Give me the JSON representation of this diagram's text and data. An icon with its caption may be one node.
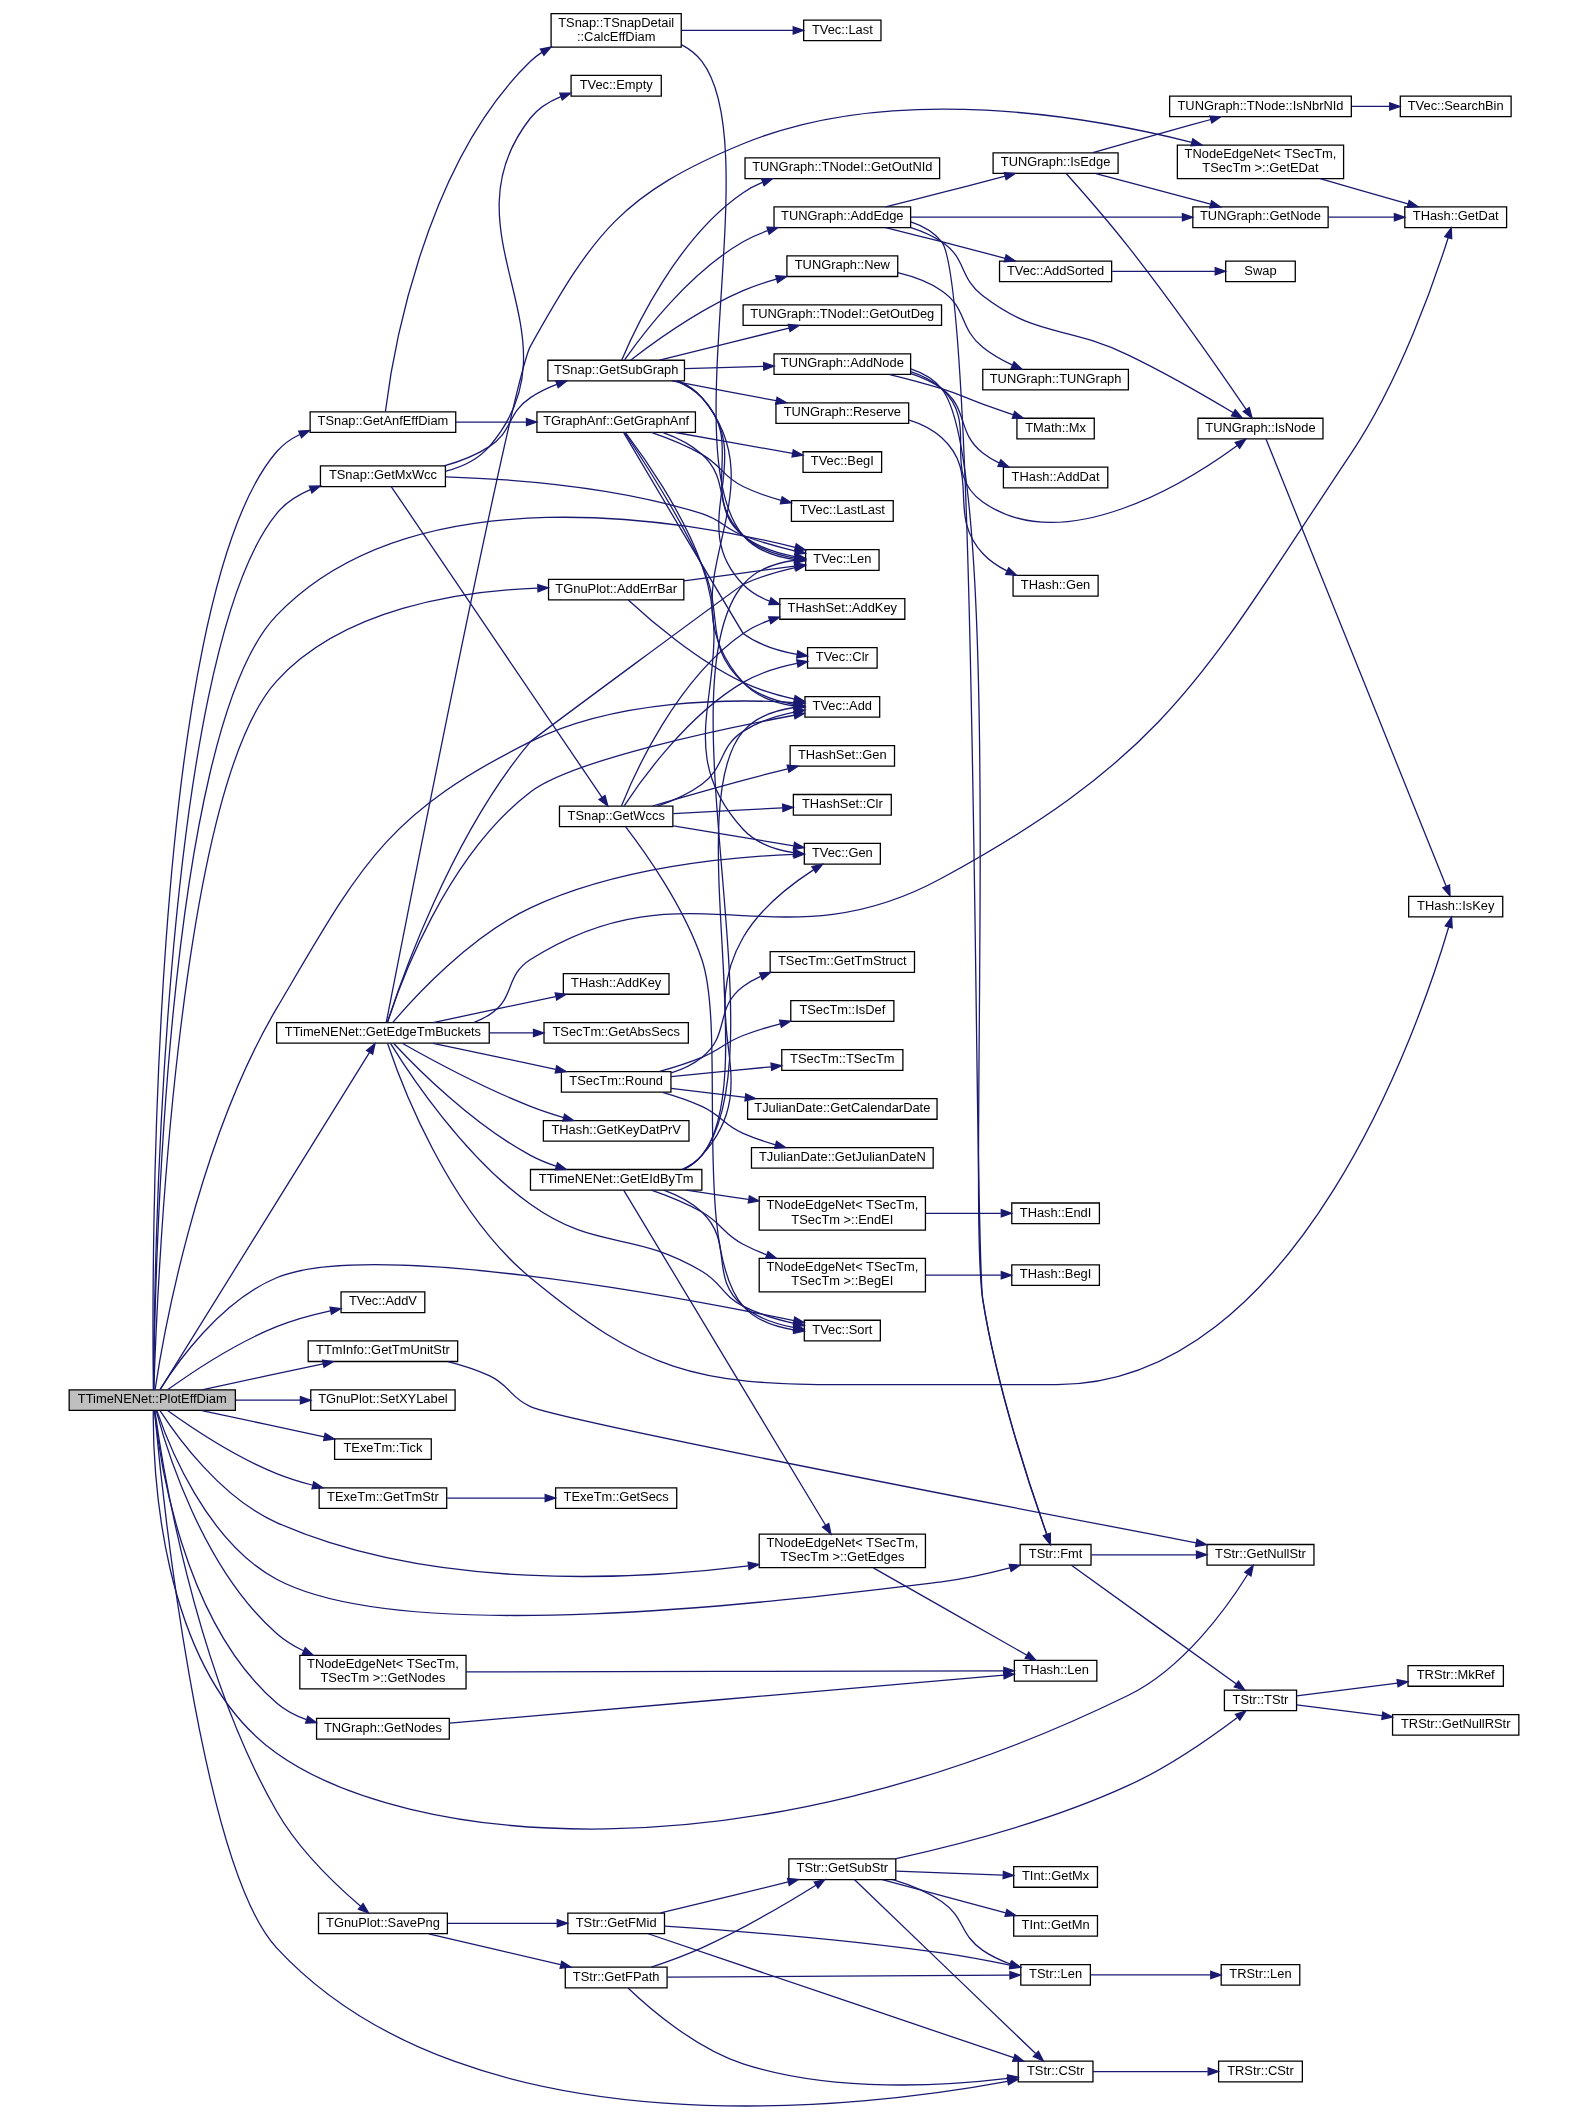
{
  "diagram": {
    "nodes": [
      {
        "text": [
          "TTimeNENet::PlotEffDiam"
        ]
      },
      {
        "text": [
          "TSnap::GetAnfEffDiam"
        ]
      },
      {
        "text": [
          "TSnap::GetMxWcc"
        ]
      },
      {
        "text": [
          "TTimeNENet::GetEdgeTmBuckets"
        ]
      },
      {
        "text": [
          "TTmInfo::GetTmUnitStr"
        ]
      },
      {
        "text": [
          "TNGraph::GetNodes"
        ]
      },
      {
        "text": [
          "TNodeEdgeNet< TSecTm, TSecTm >::GetNodes"
        ]
      },
      {
        "text": [
          "TGnuPlot::SavePng"
        ]
      },
      {
        "text": [
          "TVec::AddV"
        ]
      },
      {
        "text": [
          "TExeTm::GetTmStr"
        ]
      },
      {
        "text": [
          "TGnuPlot::SetXYLabel"
        ]
      },
      {
        "text": [
          "TExeTm::Tick"
        ]
      },
      {
        "text": [
          "TSnap::TSnapDetail ::CalcEffDiam"
        ]
      },
      {
        "text": [
          "TGraphAnf::GetGraphAnf"
        ]
      },
      {
        "text": [
          "TGnuPlot::AddErrBar"
        ]
      },
      {
        "text": [
          "TVec::Empty"
        ]
      },
      {
        "text": [
          "TSnap::GetSubGraph"
        ]
      },
      {
        "text": [
          "TSnap::GetWccs"
        ]
      },
      {
        "text": [
          "THash::AddKey"
        ]
      },
      {
        "text": [
          "TSecTm::GetAbsSecs"
        ]
      },
      {
        "text": [
          "TTimeNENet::GetEIdByTm"
        ]
      },
      {
        "text": [
          "THash::GetKeyDatPrV"
        ]
      },
      {
        "text": [
          "TSecTm::Round"
        ]
      },
      {
        "text": [
          "TStr::GetFMid"
        ]
      },
      {
        "text": [
          "TStr::GetFPath"
        ]
      },
      {
        "text": [
          "TExeTm::GetSecs"
        ]
      },
      {
        "text": [
          "TVec::Last"
        ]
      },
      {
        "text": [
          "TVec::LastLast"
        ]
      },
      {
        "text": [
          "TVec::BegI"
        ]
      },
      {
        "text": [
          "TVec::Len"
        ]
      },
      {
        "text": [
          "TVec::Clr"
        ]
      },
      {
        "text": [
          "TVec::Add"
        ]
      },
      {
        "text": [
          "TUNGraph::Reserve"
        ]
      },
      {
        "text": [
          "TUNGraph::TNodeI::GetOutDeg"
        ]
      },
      {
        "text": [
          "TUNGraph::TNodeI::GetOutNId"
        ]
      },
      {
        "text": [
          "TUNGraph::AddEdge"
        ]
      },
      {
        "text": [
          "TUNGraph::New"
        ]
      },
      {
        "text": [
          "TUNGraph::AddNode"
        ]
      },
      {
        "text": [
          "THashSet::AddKey"
        ]
      },
      {
        "text": [
          "THashSet::Clr"
        ]
      },
      {
        "text": [
          "THashSet::Gen"
        ]
      },
      {
        "text": [
          "TVec::Gen"
        ]
      },
      {
        "text": [
          "TNodeEdgeNet< TSecTm, TSecTm >::EndEI"
        ]
      },
      {
        "text": [
          "TNodeEdgeNet< TSecTm, TSecTm >::BegEI"
        ]
      },
      {
        "text": [
          "TVec::Sort"
        ]
      },
      {
        "text": [
          "TNodeEdgeNet< TSecTm, TSecTm >::GetEdges"
        ]
      },
      {
        "text": [
          "TJulianDate::GetJulianDateN"
        ]
      },
      {
        "text": [
          "TSecTm::GetTmStruct"
        ]
      },
      {
        "text": [
          "TSecTm::IsDef"
        ]
      },
      {
        "text": [
          "TSecTm::TSecTm"
        ]
      },
      {
        "text": [
          "TJulianDate::GetCalendarDate"
        ]
      },
      {
        "text": [
          "TStr::GetSubStr"
        ]
      },
      {
        "text": [
          "THash::Gen"
        ]
      },
      {
        "text": [
          "TVec::AddSorted"
        ]
      },
      {
        "text": [
          "TUNGraph::IsEdge"
        ]
      },
      {
        "text": [
          "TUNGraph::TUNGraph"
        ]
      },
      {
        "text": [
          "TMath::Mx"
        ]
      },
      {
        "text": [
          "THash::AddDat"
        ]
      },
      {
        "text": [
          "TStr::Fmt"
        ]
      },
      {
        "text": [
          "THash::EndI"
        ]
      },
      {
        "text": [
          "THash::BegI"
        ]
      },
      {
        "text": [
          "THash::Len"
        ]
      },
      {
        "text": [
          "TInt::GetMn"
        ]
      },
      {
        "text": [
          "TInt::GetMx"
        ]
      },
      {
        "text": [
          "TStr::Len"
        ]
      },
      {
        "text": [
          "TStr::CStr"
        ]
      },
      {
        "text": [
          "Swap"
        ]
      },
      {
        "text": [
          "TUNGraph::GetNode"
        ]
      },
      {
        "text": [
          "TUNGraph::TNode::IsNbrNId"
        ]
      },
      {
        "text": [
          "TUNGraph::IsNode"
        ]
      },
      {
        "text": [
          "TNodeEdgeNet< TSecTm, TSecTm >::GetEDat"
        ]
      },
      {
        "text": [
          "TStr::GetNullStr"
        ]
      },
      {
        "text": [
          "TStr::TStr"
        ]
      },
      {
        "text": [
          "TRStr::Len"
        ]
      },
      {
        "text": [
          "TRStr::CStr"
        ]
      },
      {
        "text": [
          "TVec::SearchBin"
        ]
      },
      {
        "text": [
          "THash::GetDat"
        ]
      },
      {
        "text": [
          "THash::IsKey"
        ]
      },
      {
        "text": [
          "TRStr::GetNullRStr"
        ]
      },
      {
        "text": [
          "TRStr::MkRef"
        ]
      }
    ],
    "edges": [
      {
        "from": 0,
        "to": 1,
        "arrow": "to"
      },
      {
        "from": 0,
        "to": 29,
        "arrow": "to"
      },
      {
        "from": 0,
        "to": 14,
        "arrow": "to"
      },
      {
        "from": 0,
        "to": 31,
        "arrow": "to"
      },
      {
        "from": 0,
        "to": 2,
        "arrow": "to"
      },
      {
        "from": 0,
        "to": 3,
        "arrow": "to"
      },
      {
        "from": 0,
        "to": 44,
        "arrow": "to"
      },
      {
        "from": 0,
        "to": 45,
        "arrow": "to"
      },
      {
        "from": 0,
        "to": 58,
        "arrow": "to"
      },
      {
        "from": 0,
        "to": 4,
        "arrow": "to"
      },
      {
        "from": 0,
        "to": 5,
        "arrow": "to"
      },
      {
        "from": 0,
        "to": 6,
        "arrow": "to"
      },
      {
        "from": 0,
        "to": 71,
        "arrow": "to"
      },
      {
        "from": 0,
        "to": 7,
        "arrow": "to"
      },
      {
        "from": 0,
        "to": 65,
        "arrow": "to"
      },
      {
        "from": 0,
        "to": 8,
        "arrow": "to"
      },
      {
        "from": 0,
        "to": 9,
        "arrow": "to"
      },
      {
        "from": 0,
        "to": 10,
        "arrow": "to"
      },
      {
        "from": 0,
        "to": 11,
        "arrow": "to"
      },
      {
        "from": 1,
        "to": 12,
        "arrow": "to"
      },
      {
        "from": 1,
        "to": 13,
        "arrow": "to"
      },
      {
        "from": 12,
        "to": 26,
        "arrow": "to"
      },
      {
        "from": 12,
        "to": 29,
        "arrow": "to"
      },
      {
        "from": 13,
        "to": 27,
        "arrow": "to"
      },
      {
        "from": 13,
        "to": 28,
        "arrow": "to"
      },
      {
        "from": 13,
        "to": 29,
        "arrow": "to"
      },
      {
        "from": 13,
        "to": 30,
        "arrow": "to"
      },
      {
        "from": 13,
        "to": 31,
        "arrow": "to"
      },
      {
        "from": 13,
        "to": 41,
        "arrow": "to"
      },
      {
        "from": 14,
        "to": 29,
        "arrow": "to"
      },
      {
        "from": 14,
        "to": 31,
        "arrow": "to"
      },
      {
        "from": 2,
        "to": 15,
        "arrow": "to"
      },
      {
        "from": 2,
        "to": 29,
        "arrow": "to"
      },
      {
        "from": 2,
        "to": 16,
        "arrow": "to"
      },
      {
        "from": 2,
        "to": 17,
        "arrow": "to"
      },
      {
        "from": 16,
        "to": 29,
        "arrow": "to"
      },
      {
        "from": 16,
        "to": 31,
        "arrow": "to"
      },
      {
        "from": 16,
        "to": 32,
        "arrow": "to"
      },
      {
        "from": 16,
        "to": 33,
        "arrow": "to"
      },
      {
        "from": 16,
        "to": 34,
        "arrow": "to"
      },
      {
        "from": 16,
        "to": 35,
        "arrow": "to"
      },
      {
        "from": 16,
        "to": 36,
        "arrow": "to"
      },
      {
        "from": 16,
        "to": 37,
        "arrow": "to"
      },
      {
        "from": 16,
        "to": 38,
        "arrow": "to"
      },
      {
        "from": 17,
        "to": 30,
        "arrow": "to"
      },
      {
        "from": 17,
        "to": 31,
        "arrow": "to"
      },
      {
        "from": 17,
        "to": 38,
        "arrow": "to"
      },
      {
        "from": 17,
        "to": 39,
        "arrow": "to"
      },
      {
        "from": 17,
        "to": 40,
        "arrow": "to"
      },
      {
        "from": 17,
        "to": 41,
        "arrow": "to"
      },
      {
        "from": 17,
        "to": 44,
        "arrow": "to"
      },
      {
        "from": 3,
        "to": 29,
        "arrow": "to"
      },
      {
        "from": 3,
        "to": 31,
        "arrow": "to"
      },
      {
        "from": 3,
        "to": 76,
        "arrow": "to"
      },
      {
        "from": 3,
        "to": 70,
        "arrow": "to"
      },
      {
        "from": 3,
        "to": 18,
        "arrow": "to"
      },
      {
        "from": 3,
        "to": 19,
        "arrow": "to"
      },
      {
        "from": 3,
        "to": 41,
        "arrow": "to"
      },
      {
        "from": 3,
        "to": 20,
        "arrow": "to"
      },
      {
        "from": 3,
        "to": 44,
        "arrow": "to"
      },
      {
        "from": 3,
        "to": 77,
        "arrow": "to"
      },
      {
        "from": 3,
        "to": 21,
        "arrow": "to"
      },
      {
        "from": 3,
        "to": 22,
        "arrow": "to"
      },
      {
        "from": 20,
        "to": 29,
        "arrow": "to"
      },
      {
        "from": 20,
        "to": 31,
        "arrow": "to"
      },
      {
        "from": 20,
        "to": 41,
        "arrow": "to"
      },
      {
        "from": 20,
        "to": 42,
        "arrow": "to"
      },
      {
        "from": 20,
        "to": 43,
        "arrow": "to"
      },
      {
        "from": 20,
        "to": 44,
        "arrow": "to"
      },
      {
        "from": 20,
        "to": 45,
        "arrow": "to"
      },
      {
        "from": 22,
        "to": 46,
        "arrow": "to"
      },
      {
        "from": 22,
        "to": 47,
        "arrow": "to"
      },
      {
        "from": 22,
        "to": 48,
        "arrow": "to"
      },
      {
        "from": 22,
        "to": 49,
        "arrow": "to"
      },
      {
        "from": 22,
        "to": 50,
        "arrow": "to"
      },
      {
        "from": 7,
        "to": 23,
        "arrow": "to"
      },
      {
        "from": 7,
        "to": 24,
        "arrow": "to"
      },
      {
        "from": 23,
        "to": 51,
        "arrow": "to"
      },
      {
        "from": 23,
        "to": 64,
        "arrow": "to"
      },
      {
        "from": 23,
        "to": 65,
        "arrow": "to"
      },
      {
        "from": 24,
        "to": 51,
        "arrow": "to"
      },
      {
        "from": 24,
        "to": 64,
        "arrow": "to"
      },
      {
        "from": 24,
        "to": 65,
        "arrow": "to"
      },
      {
        "from": 9,
        "to": 25,
        "arrow": "to"
      },
      {
        "from": 4,
        "to": 71,
        "arrow": "to"
      },
      {
        "from": 5,
        "to": 61,
        "arrow": "to"
      },
      {
        "from": 6,
        "to": 61,
        "arrow": "to"
      },
      {
        "from": 32,
        "to": 52,
        "arrow": "to"
      },
      {
        "from": 35,
        "to": 53,
        "arrow": "to"
      },
      {
        "from": 35,
        "to": 67,
        "arrow": "to"
      },
      {
        "from": 35,
        "to": 54,
        "arrow": "to"
      },
      {
        "from": 35,
        "to": 69,
        "arrow": "to"
      },
      {
        "from": 35,
        "to": 58,
        "arrow": "to"
      },
      {
        "from": 36,
        "to": 55,
        "arrow": "to"
      },
      {
        "from": 37,
        "to": 56,
        "arrow": "to"
      },
      {
        "from": 37,
        "to": 57,
        "arrow": "to"
      },
      {
        "from": 37,
        "to": 69,
        "arrow": "to"
      },
      {
        "from": 37,
        "to": 58,
        "arrow": "to"
      },
      {
        "from": 42,
        "to": 59,
        "arrow": "to"
      },
      {
        "from": 43,
        "to": 60,
        "arrow": "to"
      },
      {
        "from": 45,
        "to": 61,
        "arrow": "to"
      },
      {
        "from": 51,
        "to": 62,
        "arrow": "to"
      },
      {
        "from": 51,
        "to": 63,
        "arrow": "to"
      },
      {
        "from": 51,
        "to": 72,
        "arrow": "to"
      },
      {
        "from": 51,
        "to": 64,
        "arrow": "to"
      },
      {
        "from": 51,
        "to": 65,
        "arrow": "to"
      },
      {
        "from": 53,
        "to": 66,
        "arrow": "to"
      },
      {
        "from": 54,
        "to": 67,
        "arrow": "to"
      },
      {
        "from": 54,
        "to": 68,
        "arrow": "to"
      },
      {
        "from": 54,
        "to": 69,
        "arrow": "to"
      },
      {
        "from": 58,
        "to": 71,
        "arrow": "to"
      },
      {
        "from": 58,
        "to": 72,
        "arrow": "to"
      },
      {
        "from": 64,
        "to": 73,
        "arrow": "to"
      },
      {
        "from": 65,
        "to": 74,
        "arrow": "to"
      },
      {
        "from": 67,
        "to": 76,
        "arrow": "to"
      },
      {
        "from": 68,
        "to": 75,
        "arrow": "to"
      },
      {
        "from": 69,
        "to": 77,
        "arrow": "to"
      },
      {
        "from": 70,
        "to": 76,
        "arrow": "to"
      },
      {
        "from": 72,
        "to": 78,
        "arrow": "to"
      },
      {
        "from": 72,
        "to": 79,
        "arrow": "to"
      }
    ]
  }
}
